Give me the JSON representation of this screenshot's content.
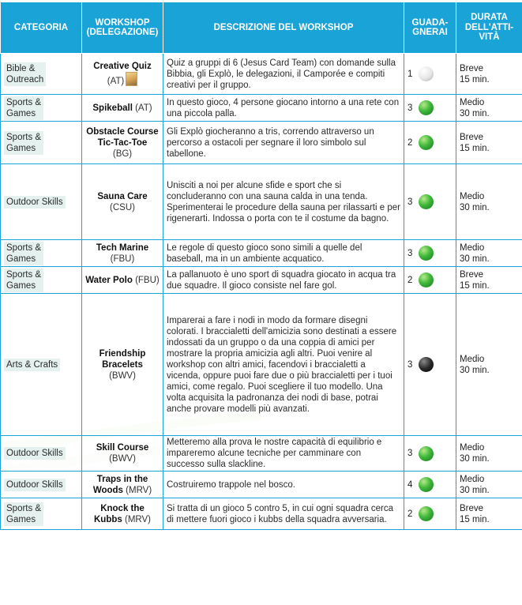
{
  "headers": {
    "categoria": "CATEGORIA",
    "workshop_line1": "WORKSHOP",
    "workshop_line2": "(DELEGAZIONE)",
    "descrizione": "DESCRIZIONE DEL WORKSHOP",
    "guadagnerai_line1": "GUADA-",
    "guadagnerai_line2": "GNERAI",
    "durata_line1": "DURATA",
    "durata_line2": "DELL'ATTI-",
    "durata_line3": "VITÀ"
  },
  "colors": {
    "header_bg": "#1aa3d6",
    "border": "#1aa3d6",
    "category_bg": "#e4f1ee"
  },
  "rows": [
    {
      "cat1": "Bible &",
      "cat2": "Outreach",
      "name1": "Creative Quiz",
      "name2": "",
      "deleg": "(AT)",
      "has_icon": true,
      "desc": "Quiz a gruppi di 6 (Jesus Card Team) con domande sulla Bibbia, gli Explò, le delegazioni, il Camporée e compiti creativi per il gruppo.",
      "earn": "1",
      "ball": "white",
      "dur1": "Breve",
      "dur2": "15 min."
    },
    {
      "cat1": "Sports &",
      "cat2": "Games",
      "name1": "Spikeball",
      "name2": "",
      "deleg": "(AT)",
      "has_icon": false,
      "desc": "In questo gioco, 4 persone giocano intorno a una rete con una piccola palla.",
      "earn": "3",
      "ball": "green",
      "dur1": "Medio",
      "dur2": "30 min."
    },
    {
      "cat1": "Sports &",
      "cat2": "Games",
      "name1": "Obstacle Course",
      "name2": "Tic-Tac-Toe",
      "deleg": "(BG)",
      "has_icon": false,
      "desc": "Gli Explò giocheranno a tris, correndo attraverso un percorso a ostacoli per segnare il loro simbolo sul tabellone.",
      "earn": "2",
      "ball": "green",
      "dur1": "Breve",
      "dur2": "15 min."
    },
    {
      "cat1": "Outdoor Skills",
      "cat2": "",
      "name1": "Sauna Care",
      "name2": "",
      "deleg": "(CSU)",
      "has_icon": false,
      "desc": "Unisciti a noi per alcune sfide e sport che si concluderanno con una sauna calda in una tenda. Sperimenterai le procedure della sauna per rilassarti e per rigenerarti. Indossa o porta con te il costume da bagno.",
      "earn": "3",
      "ball": "green",
      "dur1": "Medio",
      "dur2": "30 min."
    },
    {
      "cat1": "Sports &",
      "cat2": "Games",
      "name1": "Tech Marine",
      "name2": "",
      "deleg": "(FBU)",
      "has_icon": false,
      "desc": "Le regole di questo gioco sono simili a quelle del baseball, ma in un ambiente acquatico.",
      "earn": "3",
      "ball": "green",
      "dur1": "Medio",
      "dur2": "30 min."
    },
    {
      "cat1": "Sports &",
      "cat2": "Games",
      "name1": "Water Polo",
      "name2": "",
      "deleg": "(FBU)",
      "has_icon": false,
      "desc": "La pallanuoto è uno sport di squadra giocato in acqua tra due squadre. Il gioco consiste nel fare gol.",
      "earn": "2",
      "ball": "green",
      "dur1": "Breve",
      "dur2": "15 min."
    },
    {
      "cat1": "Arts & Crafts",
      "cat2": "",
      "name1": "Friendship",
      "name2": "Bracelets",
      "deleg": "(BWV)",
      "has_icon": false,
      "desc": "Imparerai a fare i nodi in modo da formare disegni colorati. I braccialetti dell'amicizia sono destinati a essere indossati da un gruppo o da una coppia di amici per mostrare la propria amicizia agli altri. Puoi venire al workshop con altri amici, facendovi i braccialetti a vicenda, oppure puoi fare due o più braccialetti per i tuoi amici, come regalo. Puoi scegliere il tuo modello. Una volta acquisita la padronanza dei nodi di base, potrai anche provare modelli più avanzati.",
      "earn": "3",
      "ball": "black",
      "dur1": "Medio",
      "dur2": "30 min."
    },
    {
      "cat1": "Outdoor Skills",
      "cat2": "",
      "name1": "Skill Course",
      "name2": "",
      "deleg": "(BWV)",
      "has_icon": false,
      "desc": "Metteremo alla prova le nostre capacità di equilibrio e impareremo alcune tecniche per camminare con successo sulla slackline.",
      "earn": "3",
      "ball": "green",
      "dur1": "Medio",
      "dur2": "30 min."
    },
    {
      "cat1": "Outdoor Skills",
      "cat2": "",
      "name1": "Traps in the",
      "name2": "Woods",
      "deleg": "(MRV)",
      "has_icon": false,
      "desc": "Costruiremo trappole nel bosco.",
      "earn": "4",
      "ball": "green",
      "dur1": "Medio",
      "dur2": "30 min."
    },
    {
      "cat1": "Sports &",
      "cat2": "Games",
      "name1": "Knock the",
      "name2": "Kubbs",
      "deleg": "(MRV)",
      "has_icon": false,
      "desc": "Si tratta di un gioco 5 contro 5, in cui ogni squadra cerca di mettere fuori gioco i kubbs della squadra avversaria.",
      "earn": "2",
      "ball": "green",
      "dur1": "Breve",
      "dur2": "15 min."
    }
  ]
}
